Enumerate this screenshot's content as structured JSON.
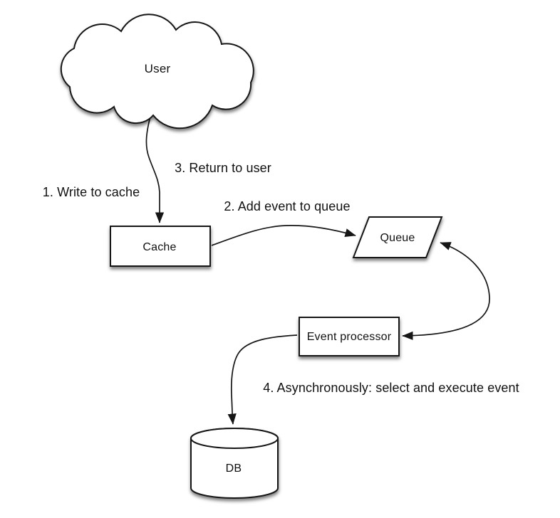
{
  "colors": {
    "background": "#ffffff",
    "shape_fill": "#ffffff",
    "stroke": "#161616",
    "text": "#111111",
    "shadow": "rgba(0,0,0,0.5)"
  },
  "diagram": {
    "type": "flow-diagram",
    "nodes": {
      "user": {
        "label": "User",
        "shape": "cloud"
      },
      "cache": {
        "label": "Cache",
        "shape": "rectangle"
      },
      "queue": {
        "label": "Queue",
        "shape": "parallelogram"
      },
      "event_processor": {
        "label": "Event processor",
        "shape": "rectangle"
      },
      "db": {
        "label": "DB",
        "shape": "cylinder"
      }
    },
    "steps": [
      {
        "num": 1,
        "text": "1. Write to cache"
      },
      {
        "num": 2,
        "text": "2. Add event to queue"
      },
      {
        "num": 3,
        "text": "3. Return to user"
      },
      {
        "num": 4,
        "text": "4. Asynchronously: select and execute event"
      }
    ],
    "edges": [
      {
        "from": "User",
        "to": "Cache",
        "arrowheads": "single"
      },
      {
        "from": "Cache",
        "to": "Queue",
        "arrowheads": "single"
      },
      {
        "from": "Queue",
        "to": "Event processor",
        "arrowheads": "double"
      },
      {
        "from": "Event processor",
        "to": "DB",
        "arrowheads": "single"
      }
    ]
  }
}
